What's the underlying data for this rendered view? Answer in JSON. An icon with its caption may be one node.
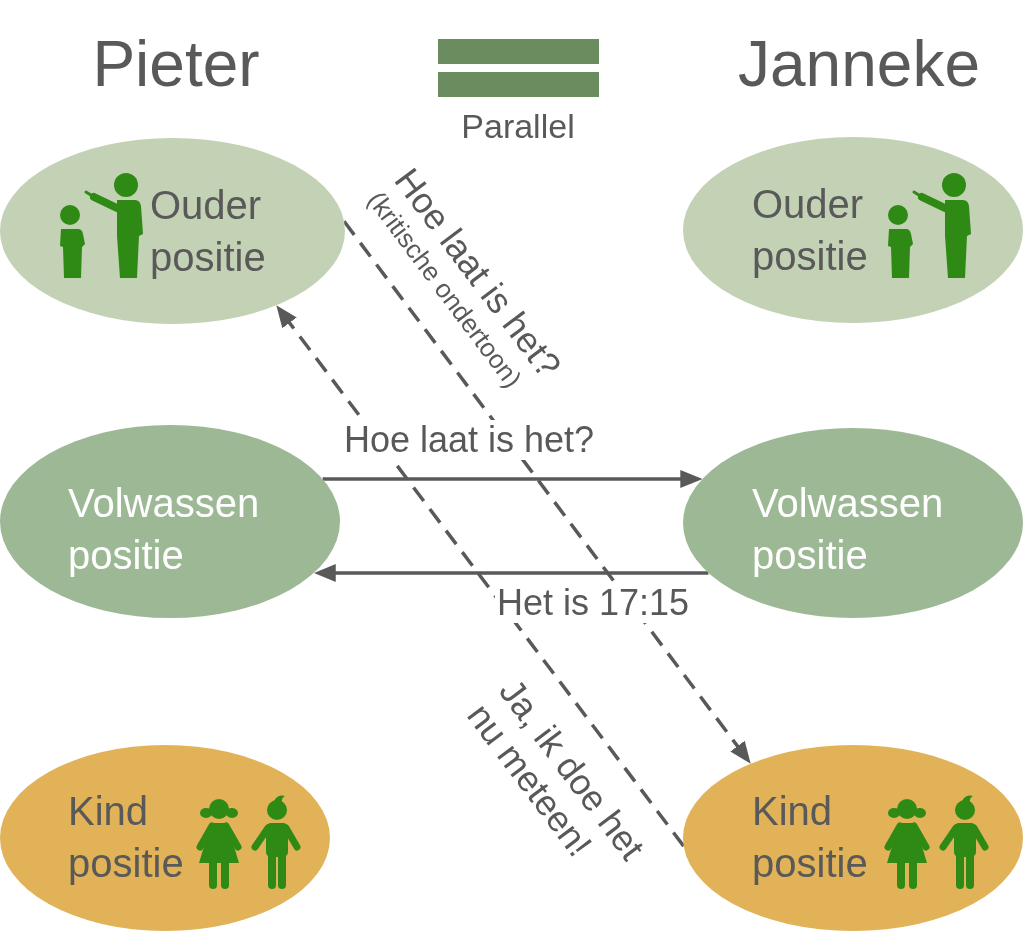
{
  "diagram": {
    "nodes": [
      {
        "text": [
          "Ouder positie"
        ]
      },
      {
        "text": [
          "Ouder positie"
        ]
      },
      {
        "text": [
          "Volwassen positie"
        ]
      },
      {
        "text": [
          "Volwassen positie"
        ]
      },
      {
        "text": [
          "Kind positie"
        ]
      },
      {
        "text": [
          "Kind positie"
        ]
      }
    ],
    "edges": [
      {
        "from": 2,
        "to": 3,
        "arrow": "to",
        "label": "Hoe laat is het?"
      },
      {
        "from": 3,
        "to": 2,
        "arrow": "to",
        "label": "Het is 17:15"
      },
      {
        "from": 0,
        "to": 5,
        "arrow": "to",
        "label": "Hoe laat is het? (kritische ondertoon)",
        "style": "dashed"
      },
      {
        "from": 5,
        "to": 0,
        "arrow": "to",
        "label": "Ja, ik doe het nu meteen!",
        "style": "dashed"
      }
    ],
    "labels": [
      "Pieter",
      "Janneke"
    ],
    "legend": [
      {
        "text": "Parallel",
        "color": "#6a8c5f"
      }
    ]
  }
}
